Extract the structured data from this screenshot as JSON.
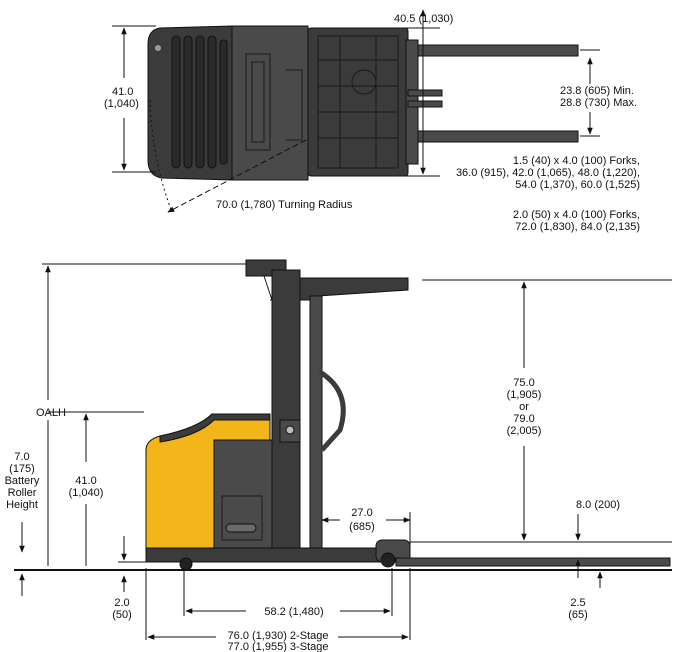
{
  "colors": {
    "machine_dark": "#3b3b3b",
    "machine_mid": "#4a4a4a",
    "battery_yellow": "#f2b61b",
    "line": "#111111"
  },
  "top_view": {
    "overall_width": "40.5 (1,030)",
    "width_value": "41.0",
    "width_metric": "(1,040)",
    "fork_spread_min": "23.8 (605) Min.",
    "fork_spread_max": "28.8 (730) Max.",
    "forks_small": [
      "1.5 (40) x 4.0 (100) Forks,",
      "36.0 (915), 42.0 (1,065), 48.0 (1,220),",
      "54.0 (1,370), 60.0 (1,525)"
    ],
    "forks_large": [
      "2.0 (50) x 4.0 (100) Forks,",
      "72.0 (1,830), 84.0 (2,135)"
    ],
    "turning_radius": "70.0 (1,780) Turning Radius"
  },
  "side_view": {
    "oalh": "OALH",
    "battery_roller_height": [
      "7.0",
      "(175)",
      "Battery",
      "Roller",
      "Height"
    ],
    "platform_height": [
      "41.0",
      "(1,040)"
    ],
    "lift_height": [
      "75.0",
      "(1,905)",
      "or",
      "79.0",
      "(2,005)"
    ],
    "load_center": [
      "27.0",
      "(685)"
    ],
    "fork_raise": "8.0 (200)",
    "ground_clearance": [
      "2.0",
      "(50)"
    ],
    "fork_height": [
      "2.5",
      "(65)"
    ],
    "wheelbase": "58.2 (1,480)",
    "length_2stage": "76.0 (1,930) 2-Stage",
    "length_3stage": "77.0 (1,955) 3-Stage"
  }
}
